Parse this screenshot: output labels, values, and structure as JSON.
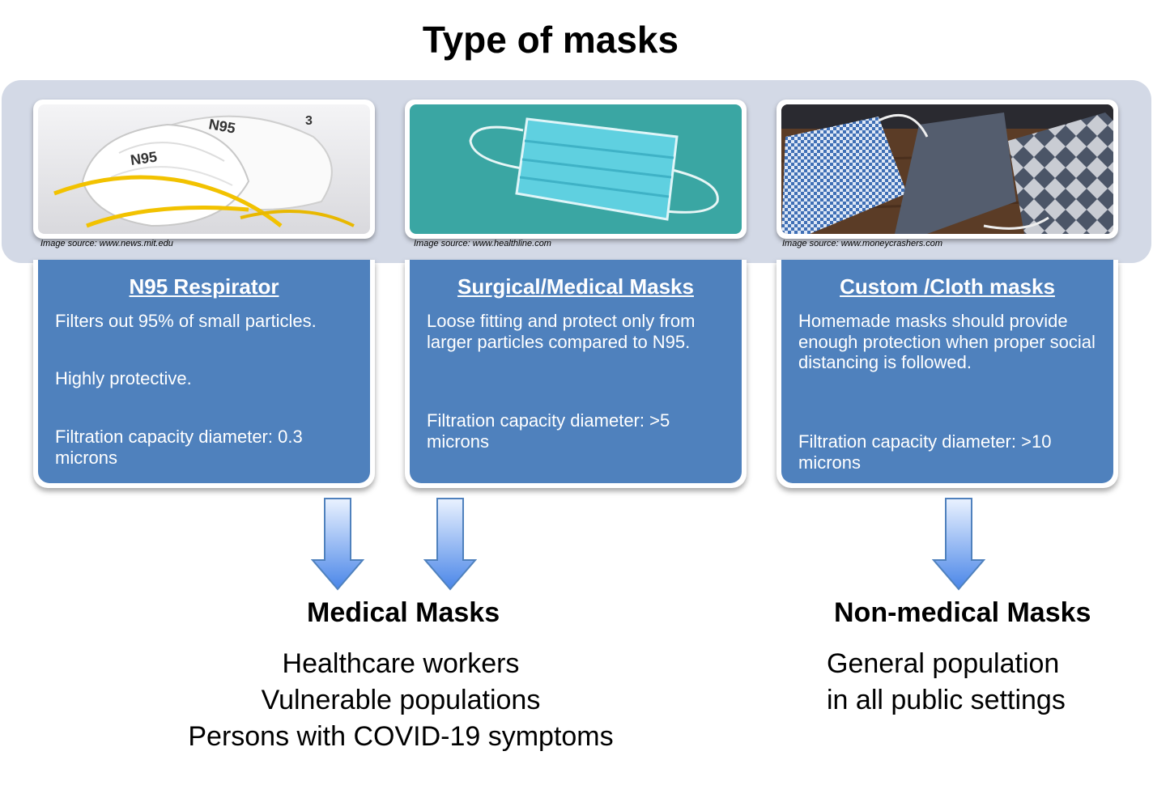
{
  "title": "Type of masks",
  "masks": [
    {
      "name": "N95 Respirator",
      "image_source": "Image source: www.news.mit.edu",
      "photo_labels": [
        "N95",
        "N95",
        "3"
      ],
      "paragraphs": [
        "Filters out 95% of small particles.",
        "Highly protective.",
        "Filtration capacity diameter: 0.3 microns"
      ]
    },
    {
      "name": "Surgical/Medical Masks",
      "image_source": "Image source: www.healthline.com",
      "paragraphs": [
        "Loose fitting and protect only from larger particles compared to N95.",
        "Filtration capacity diameter: >5 microns"
      ]
    },
    {
      "name": "Custom /Cloth masks",
      "image_source": "Image source: www.moneycrashers.com",
      "paragraphs": [
        "Homemade masks should provide enough protection when proper social distancing is followed.",
        "Filtration capacity diameter: >10 microns"
      ]
    }
  ],
  "groups": [
    {
      "title": "Medical Masks",
      "lines": [
        "Healthcare workers",
        "Vulnerable populations",
        "Persons with COVID-19 symptoms"
      ]
    },
    {
      "title": "Non-medical Masks",
      "lines": [
        "General population",
        "in all public settings"
      ]
    }
  ],
  "colors": {
    "band": "#d3d9e6",
    "card_fill": "#4f81bd",
    "arrow_top": "#eaf2ff",
    "arrow_bottom": "#4a86e8",
    "arrow_stroke": "#4f81bd"
  }
}
